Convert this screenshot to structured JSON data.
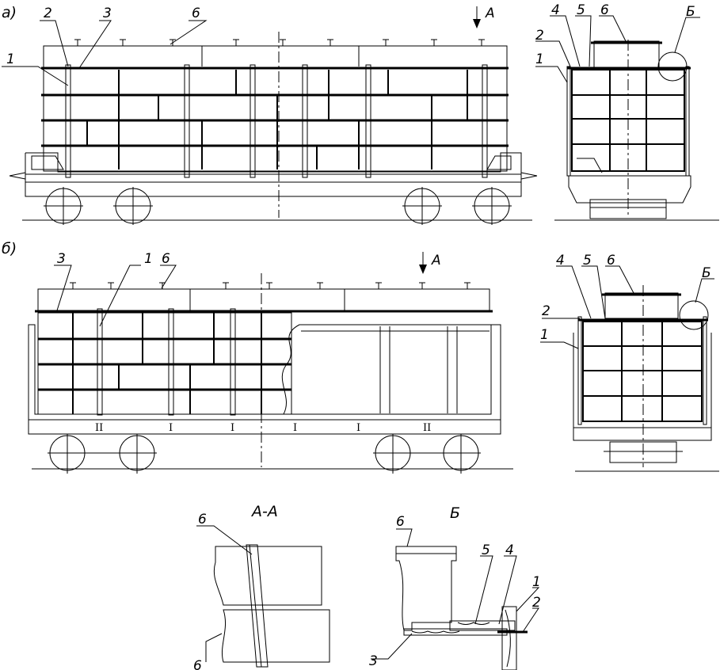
{
  "views": {
    "a": {
      "label": "а)",
      "arrow": "А",
      "callouts": [
        "1",
        "2",
        "3",
        "6"
      ],
      "end": {
        "callouts": [
          "1",
          "2",
          "4",
          "5",
          "6"
        ],
        "detail": "Б"
      }
    },
    "b": {
      "label": "б)",
      "arrow": "А",
      "callouts": [
        "3",
        "1",
        "6"
      ],
      "roman": [
        "II",
        "I",
        "I",
        "I",
        "I",
        "II"
      ],
      "end": {
        "callouts": [
          "1",
          "2",
          "4",
          "5",
          "6"
        ],
        "detail": "Б"
      }
    }
  },
  "sections": {
    "aa": {
      "title": "А-А",
      "callouts": [
        "6",
        "6"
      ]
    },
    "b_detail": {
      "title": "Б",
      "callouts": [
        "6",
        "5",
        "4",
        "1",
        "2",
        "3"
      ]
    }
  }
}
